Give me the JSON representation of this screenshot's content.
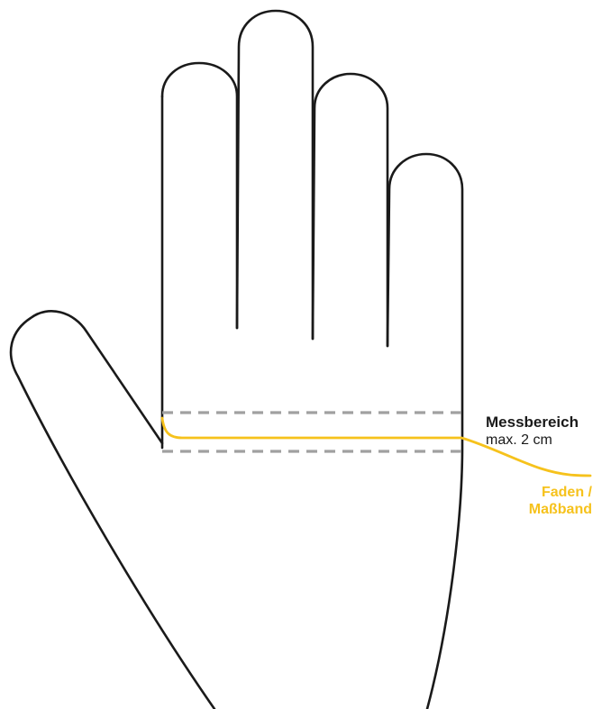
{
  "labels": {
    "measuring_zone_title": "Messbereich",
    "measuring_zone_limit": "max. 2 cm",
    "tape_line1": "Faden /",
    "tape_line2": "Maßband"
  },
  "colors": {
    "hand_outline": "#1a1a1a",
    "measuring_zone_dashes": "#a0a0a0",
    "tape": "#f6c21c"
  }
}
